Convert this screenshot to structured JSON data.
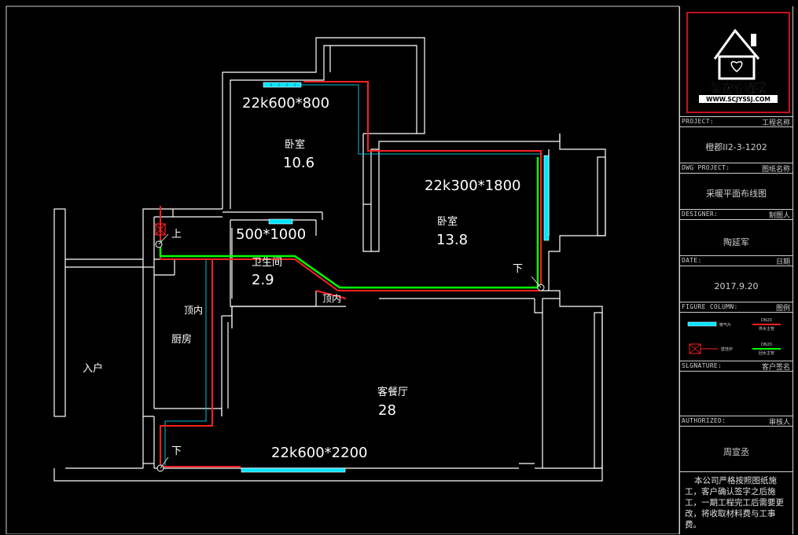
{
  "rooms": {
    "bedroom1": {
      "name": "卧室",
      "area": "10.6"
    },
    "bedroom2": {
      "name": "卧室",
      "area": "13.8"
    },
    "bathroom": {
      "name": "卫生间",
      "area": "2.9"
    },
    "kitchen": {
      "name": "厨房"
    },
    "living": {
      "name": "客餐厅",
      "area": "28"
    },
    "entrance": {
      "name": "入户"
    }
  },
  "radiators": {
    "r1": "22k600*800",
    "r2": "22k300*1800",
    "r3": "500*1000",
    "r4": "22k600*2200"
  },
  "annotations": {
    "up": "上",
    "down1": "下",
    "down2": "下",
    "ceiling1": "顶内",
    "ceiling2": "顶内"
  },
  "colors": {
    "wall": "#ffffff",
    "supply": "#ff2020",
    "return": "#00ff00",
    "radiator": "#00e5ff",
    "thin_pipe": "#00bcd4",
    "frame": "#cfcfcf",
    "brand": "#c8101e"
  },
  "titleblock": {
    "logo": {
      "brand": "骏逸舒适家",
      "url": "WWW.SCJYSSJ.COM"
    },
    "project": {
      "label": "PROJECT:",
      "label_cn": "工程名称",
      "value": "橙郡II2-3-1202"
    },
    "dwg": {
      "label": "DWG PROJECT:",
      "label_cn": "图纸名称",
      "value": "采暖平面布线图"
    },
    "designer": {
      "label": "DESIGNER:",
      "label_cn": "制图人",
      "value": "陶延军"
    },
    "date": {
      "label": "DATE:",
      "label_cn": "日期",
      "value": "2017.9.20"
    },
    "legend": {
      "label": "FIGURE COLUMN:",
      "label_cn": "图例",
      "radiator": "暖气片",
      "supply_a": "DN20",
      "supply_b": "供水主管",
      "boiler": "壁挂炉",
      "return_a": "DN20",
      "return_b": "回水主管"
    },
    "signature": {
      "label": "SLGNATURE:",
      "label_cn": "客户签名",
      "value": ""
    },
    "authorized": {
      "label": "AUTHORIZED:",
      "label_cn": "审核人",
      "value": "周宣丞"
    },
    "notice": "本公司严格按照图纸施工，客户确认签字之后施工，一期工程完工后需要更改，将收取材料费与工事费。"
  }
}
